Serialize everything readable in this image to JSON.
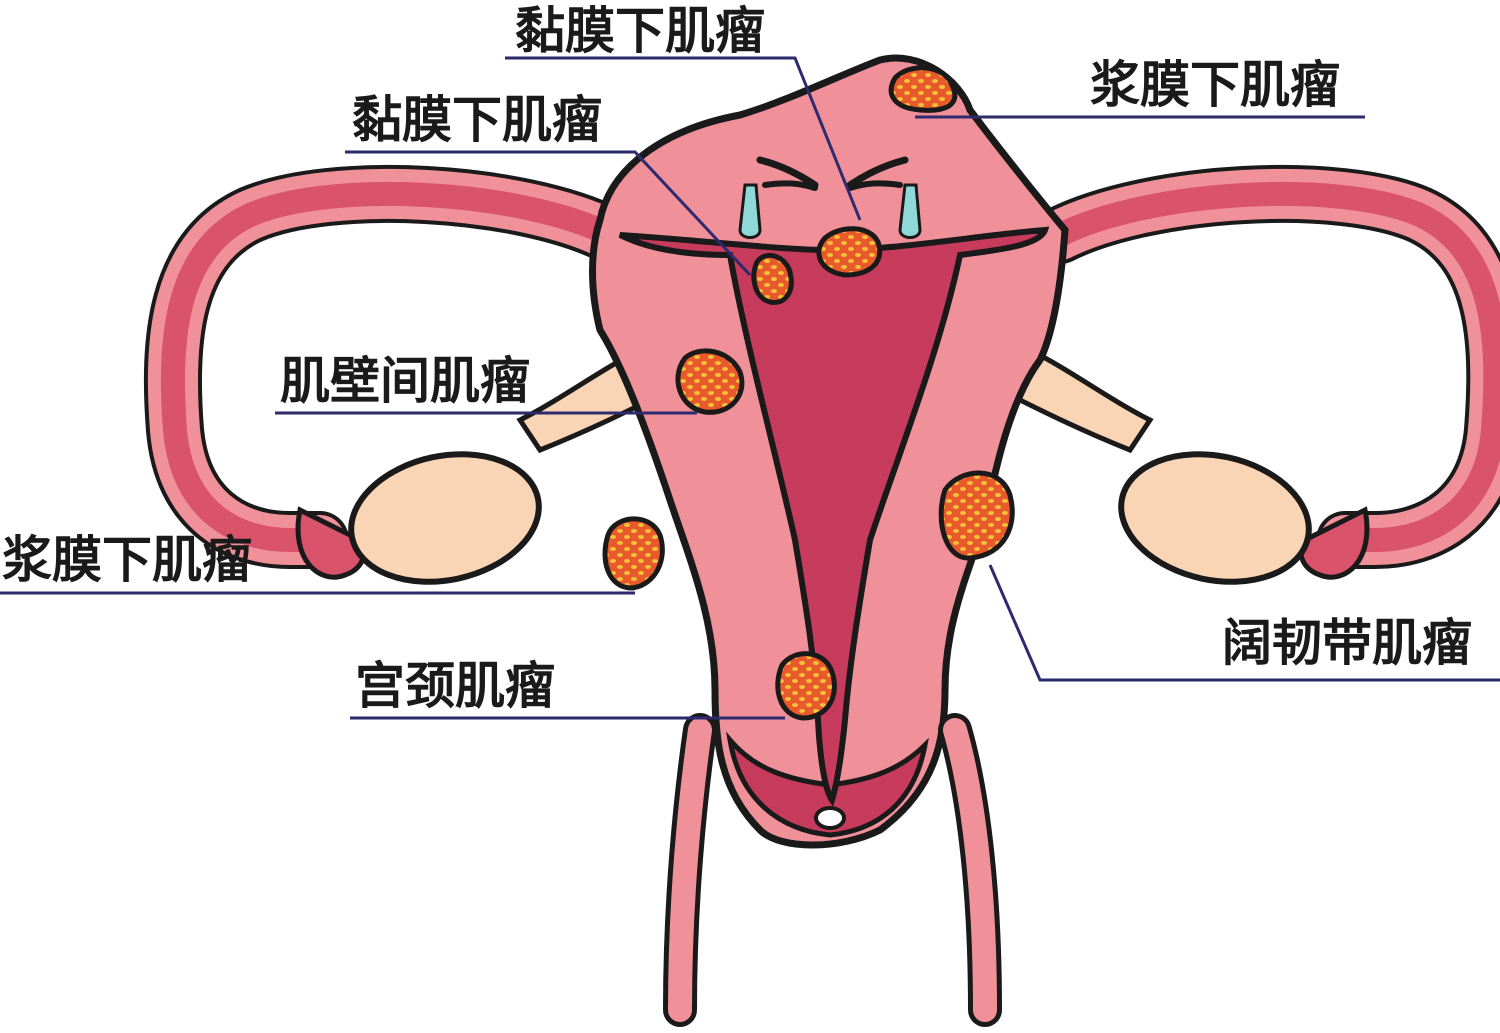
{
  "diagram": {
    "labels": {
      "submucosal_top": "黏膜下肌瘤",
      "submucosal_left": "黏膜下肌瘤",
      "subserosal_top": "浆膜下肌瘤",
      "intramural": "肌壁间肌瘤",
      "subserosal_left": "浆膜下肌瘤",
      "cervical": "宫颈肌瘤",
      "broad_ligament": "阔韧带肌瘤"
    },
    "colors": {
      "uterus": "#f0919a",
      "uterus_inner": "#e8828e",
      "cavity": "#c73b5c",
      "tube": "#d9536b",
      "ovary": "#f9d5b6",
      "outline": "#1a1a1a",
      "fibroid": "#e8592b",
      "fibroid_spots": "#f7c23a",
      "tear": "#8fd8d8",
      "leader": "#2e2a6e"
    }
  }
}
